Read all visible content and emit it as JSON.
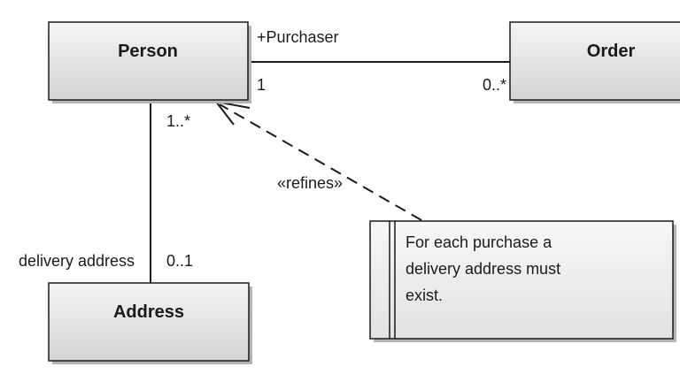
{
  "classes": {
    "person": {
      "name": "Person"
    },
    "order": {
      "name": "Order"
    },
    "address": {
      "name": "Address"
    }
  },
  "associations": {
    "purchaser": {
      "role": "+Purchaser",
      "multiplicity_person": "1",
      "multiplicity_order": "0..*"
    },
    "delivery": {
      "multiplicity_person": "1..*",
      "multiplicity_address": "0..1",
      "role": "delivery address"
    }
  },
  "dependency": {
    "stereotype": "«refines»"
  },
  "note": {
    "lines": [
      "For each purchase a",
      "delivery address must",
      "exist."
    ]
  },
  "colors": {
    "box_fill_top": "#f4f4f4",
    "box_fill_bottom": "#d6d6d6",
    "line": "#1a1a1a",
    "shadow": "#b5b5b5"
  }
}
